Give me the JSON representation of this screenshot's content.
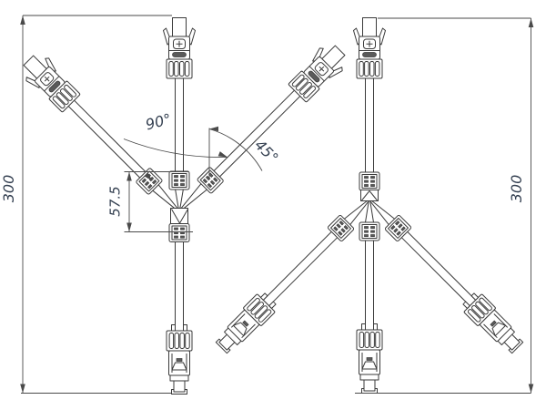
{
  "colors": {
    "line": "#3a3a3a",
    "dim_line": "#4a4a4a",
    "dim_text": "#333f50",
    "background": "#ffffff",
    "detail_fill": "#5a5a5a"
  },
  "dimensions": {
    "left_height": "300",
    "right_height": "300",
    "branch_angle": "90°",
    "half_branch_angle": "45°",
    "junction_offset": "57.5"
  }
}
